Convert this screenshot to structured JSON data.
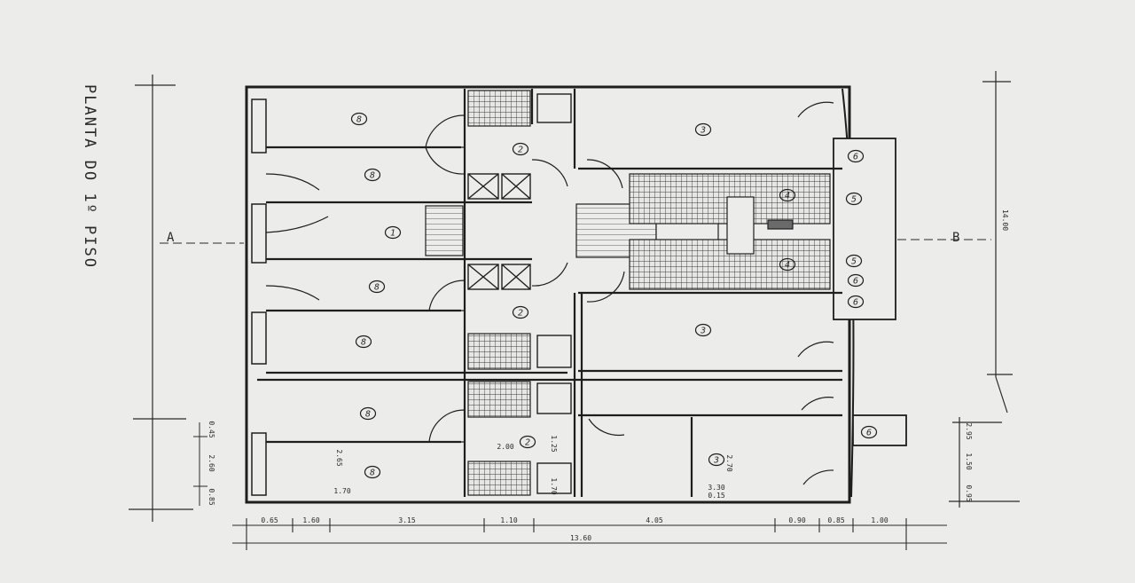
{
  "title": "PLANTA DO 1º PISO",
  "section_labels": {
    "left": "A",
    "right": "B"
  },
  "room_numbers": [
    "1",
    "2",
    "2",
    "2",
    "3",
    "3",
    "3",
    "4",
    "4",
    "5",
    "5",
    "6",
    "6",
    "6",
    "6",
    "8",
    "8",
    "8",
    "8",
    "8",
    "8"
  ],
  "dimensions": {
    "bottom_chain": [
      "0.65",
      "1.60",
      "3.15",
      "1.10",
      "4.05",
      "0.90",
      "0.85",
      "1.00"
    ],
    "bottom_total": "13.60",
    "right_total": "14.00",
    "left_chain": [
      "0.45",
      "2.60",
      "0.85"
    ],
    "right_chain": [
      "2.95",
      "1.50",
      "0.95"
    ],
    "inner": [
      "2.65",
      "1.70",
      "2.00",
      "1.25",
      "1.70",
      "2.70",
      "3.30",
      "0.15"
    ]
  },
  "colors": {
    "ink": "#2a2a2a",
    "paper": "#ececea",
    "hatch": "#4a4a4a"
  }
}
